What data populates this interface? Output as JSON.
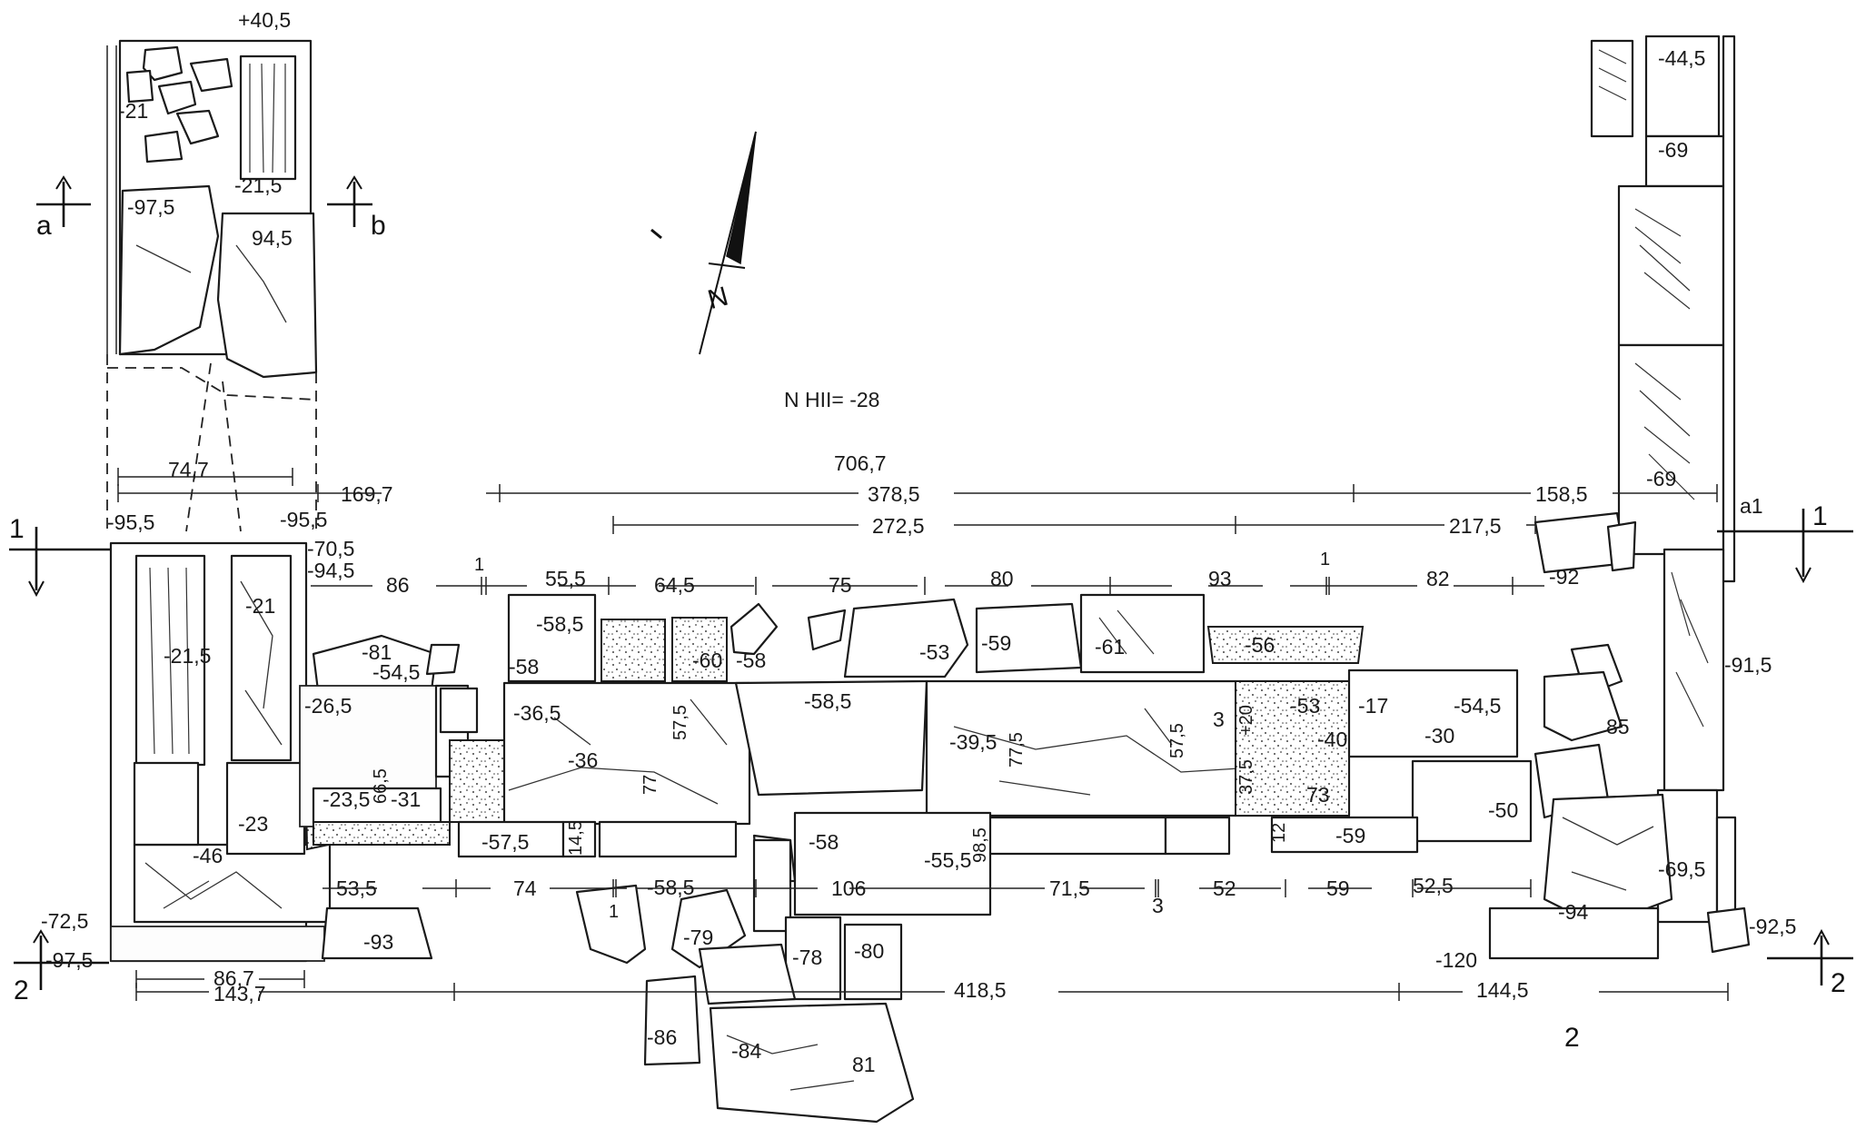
{
  "figure": {
    "figure_number": "2",
    "reference_level": "N HII= -28",
    "north_label": "N"
  },
  "sections": {
    "a": "a",
    "b": "b",
    "one_left": "1",
    "one_right": "1",
    "two_left": "2",
    "two_right": "2",
    "a1": "a1"
  },
  "elevations": {
    "plus_40_5": "+40,5",
    "m21_top": "-21",
    "m21_5_top": "-21,5",
    "m97_5_top": "-97,5",
    "m94_5_top": "94,5",
    "m44_5": "-44,5",
    "m69_top": "-69",
    "m69_mid": "-69",
    "m92": "-92",
    "m95_5_left": "-95,5",
    "m95_5_right": "-95,5",
    "m70_5": "-70,5",
    "m94_5": "-94,5",
    "m21_left": "-21",
    "m21_5_left": "-21,5",
    "m46": "-46",
    "m23": "-23",
    "m81": "-81",
    "m54_5": "-54,5",
    "m58_a": "-58",
    "m58_5_a": "-58,5",
    "m60": "-60",
    "m58_b": "-58",
    "m53_a": "-53",
    "m59_a": "-59",
    "m61": "-61",
    "m56": "-56",
    "m26_5": "-26,5",
    "m36_5": "-36,5",
    "m36": "-36",
    "v57_5_a": "57,5",
    "v77_a": "77",
    "m58_5_b": "-58,5",
    "m39_5": "-39,5",
    "v77_5": "77,5",
    "v57_5_b": "57,5",
    "v3": "3",
    "v37_5": "37,5",
    "v20": "+20",
    "m53_b": "-53",
    "m40": "-40",
    "v73": "73",
    "m17": "-17",
    "m30": "-30",
    "m54_5_b": "-54,5",
    "m23_5": "-23,5",
    "v66_5": "66,5",
    "m31": "-31",
    "m57_5": "-57,5",
    "v14_5": "14,5",
    "m58_c": "-58",
    "m55_5": "-55,5",
    "v98_5": "98,5",
    "v12": "12",
    "m59_b": "-59",
    "m50": "-50",
    "m91_5": "-91,5",
    "m72_5": "-72,5",
    "m97_5_bot": "-97,5",
    "m93": "-93",
    "m58_5_c": "-58,5",
    "m79": "-79",
    "m78": "-78",
    "m80": "-80",
    "m86": "-86",
    "m84": "-84",
    "v81": "81",
    "m94_b": "-94",
    "m69_5": "-69,5",
    "m92_5": "-92,5",
    "m120": "-120",
    "v85": "85"
  },
  "dimensions": {
    "d74_7": "74,7",
    "d706_7": "706,7",
    "d169_7": "169,7",
    "d378_5": "378,5",
    "d158_5": "158,5",
    "d272_5": "272,5",
    "d217_5": "217,5",
    "d86": "86",
    "d1_a": "1",
    "d55_5": "55,5",
    "d64_5": "64,5",
    "d75": "75",
    "d80": "80",
    "d93": "93",
    "d1_b": "1",
    "d82": "82",
    "d53_5": "53,5",
    "d74": "74",
    "d1_c": "1",
    "d106": "106",
    "d71_5": "71,5",
    "d3": "3",
    "d52": "52",
    "d59": "59",
    "d52_5": "52,5",
    "d86_7": "86,7",
    "d143_7": "143,7",
    "d418_5": "418,5",
    "d144_5": "144,5"
  }
}
